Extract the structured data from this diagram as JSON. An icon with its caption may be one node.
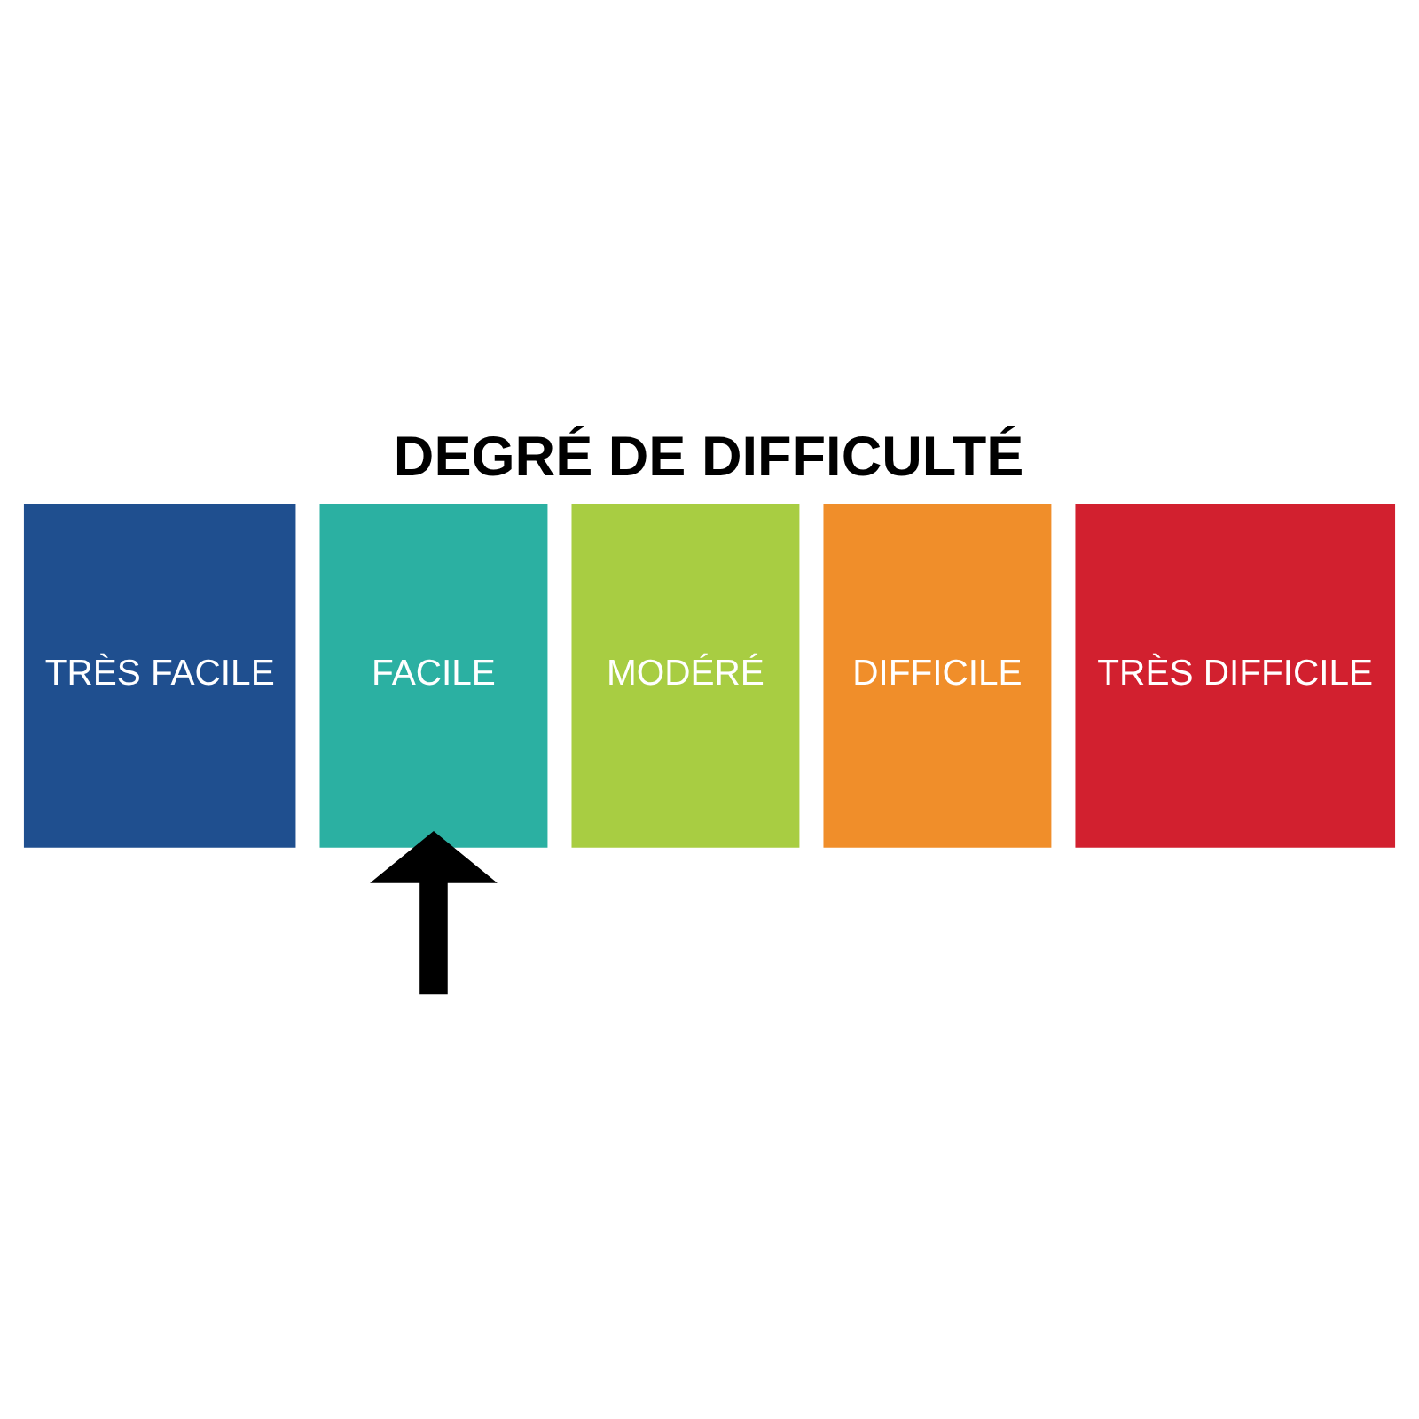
{
  "diagram": {
    "title": "DEGRÉ DE DIFFICULTÉ",
    "nodes": [
      {
        "text": [
          "TRÈS FACILE"
        ]
      },
      {
        "text": [
          "FACILE"
        ]
      },
      {
        "text": [
          "MODÉRÉ"
        ]
      },
      {
        "text": [
          "DIFFICILE"
        ]
      },
      {
        "text": [
          "TRÈS DIFFICILE"
        ]
      }
    ],
    "edges": [
      {
        "from": null,
        "to": 1,
        "arrow": "to"
      }
    ]
  }
}
